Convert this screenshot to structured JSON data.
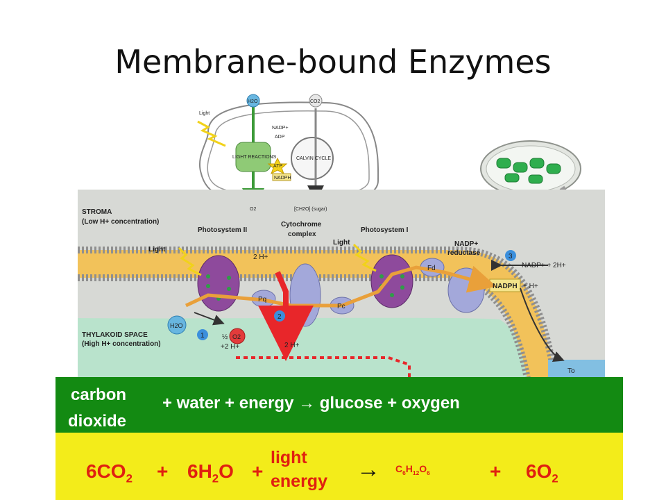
{
  "title": "Membrane-bound Enzymes",
  "diagram": {
    "chloroplast_inset": {
      "labels": [
        "Light",
        "H2O",
        "CO2",
        "LIGHT REACTIONS",
        "CALVIN CYCLE",
        "NADP+",
        "ADP",
        "ATP",
        "NADPH",
        "O2",
        "[CH2O] (sugar)"
      ]
    },
    "membrane": {
      "stroma": "STROMA",
      "stroma_sub": "(Low H+ concentration)",
      "thylakoid": "THYLAKOID SPACE",
      "thylakoid_sub": "(High H+ concentration)",
      "photosystem2": "Photosystem II",
      "cytochrome": "Cytochrome",
      "cytochrome2": "complex",
      "photosystem1": "Photosystem I",
      "reductase": "NADP+",
      "reductase2": "reductase",
      "light_left": "Light",
      "light_right": "Light",
      "h_top": "2 H+",
      "h_bottom": "2 H+",
      "h_left": "+2 H+",
      "half": "½",
      "pq": "Pq",
      "pc": "Pc",
      "fd": "Fd",
      "h2o": "H2O",
      "o2": "O2",
      "nadp_in": "NADP+ + 2H+",
      "nadph": "NADPH",
      "nadph_h": "+ H+",
      "to": "To",
      "step1": "1",
      "step2": "2",
      "step3": "3"
    }
  },
  "word_equation": {
    "carbon": "carbon",
    "dioxide": "dioxide",
    "rest": "+ water + energy → glucose + oxygen"
  },
  "formula_equation": {
    "co2_main": "6CO",
    "co2_sub": "2",
    "plus1": "+",
    "h2o_main": "6H",
    "h2o_sub": "2",
    "h2o_tail": "O",
    "plus2": "+",
    "light": "light",
    "energy": "energy",
    "arrow": "→",
    "c": "C",
    "c_sub": "6",
    "h": "H",
    "h_sub": "12",
    "o": "O",
    "o_sub": "6",
    "plus3": "+",
    "o2_main": "6O",
    "o2_sub": "2"
  },
  "colors": {
    "green_band": "#138a12",
    "yellow_band": "#f3ec1a",
    "formula_red": "#e02010",
    "stroma": "#d7d9d5",
    "thylakoid": "#b9e3cc",
    "membrane": "#f2c25a"
  }
}
